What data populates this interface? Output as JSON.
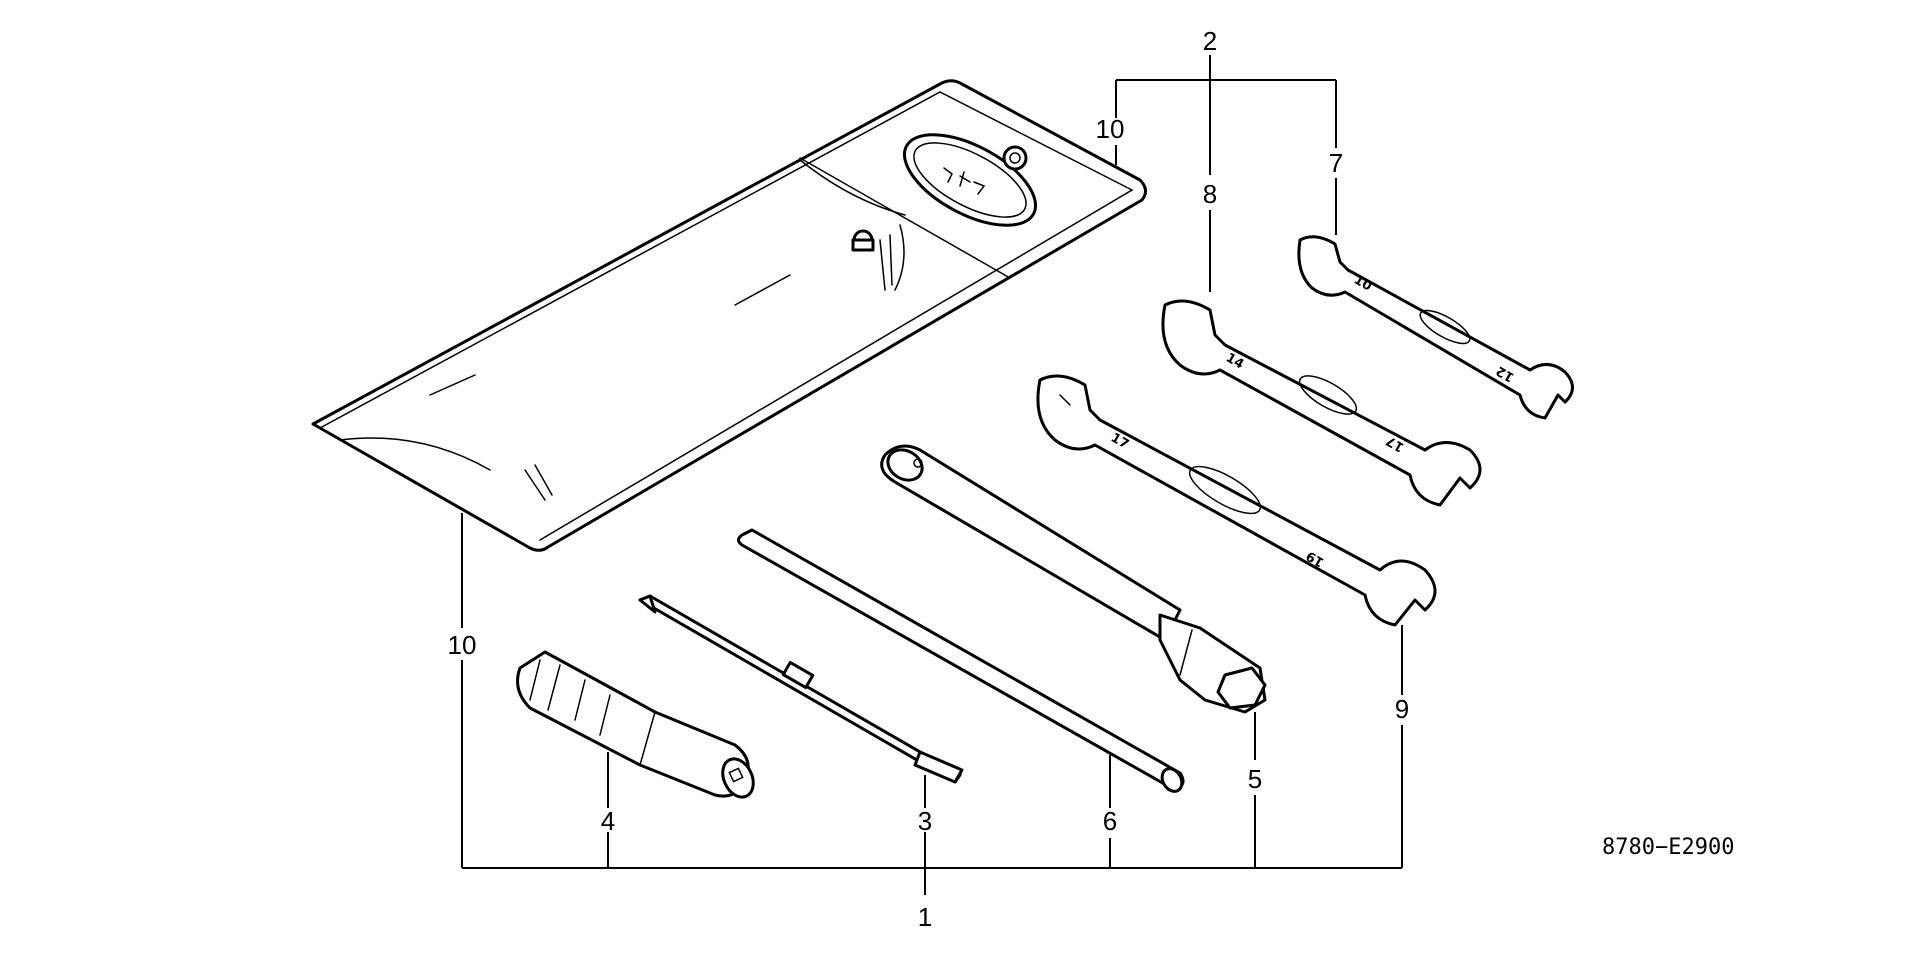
{
  "callouts": {
    "c1": "1",
    "c2": "2",
    "c3": "3",
    "c4": "4",
    "c5": "5",
    "c6": "6",
    "c7": "7",
    "c8": "8",
    "c9": "9",
    "c10_top": "10",
    "c10_left": "10"
  },
  "diagram_code": "8780−E2900",
  "wrench_sizes": {
    "small_end_a": "10",
    "small_end_b": "12",
    "medium_end_a": "14",
    "medium_end_b": "17",
    "large_end_a": "17",
    "large_end_b": "19"
  },
  "icons": [
    "tool-bag-icon",
    "screwdriver-handle-icon",
    "screwdriver-bit-icon",
    "spark-plug-wrench-icon",
    "tommy-bar-icon",
    "open-end-wrench-icon"
  ]
}
